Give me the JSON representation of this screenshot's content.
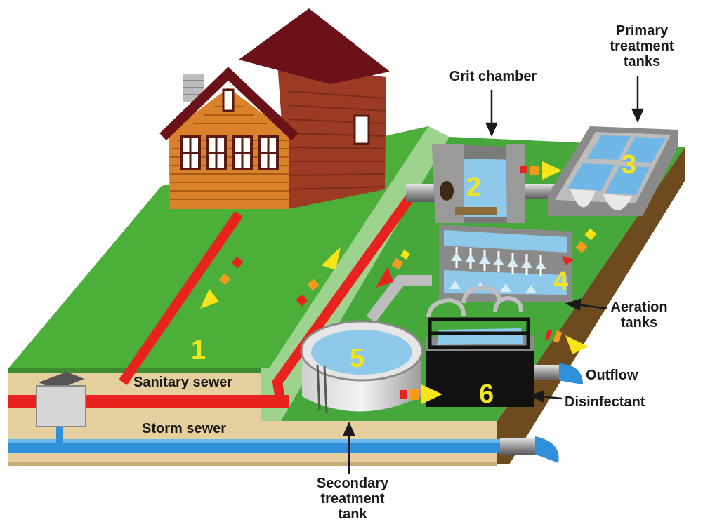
{
  "labels": {
    "grit_chamber": "Grit chamber",
    "primary_tanks": "Primary\ntreatment\ntanks",
    "aeration_tanks": "Aeration\ntanks",
    "outflow": "Outflow",
    "disinfectant": "Disinfectant",
    "secondary_tank": "Secondary\ntreatment\ntank",
    "sanitary_sewer": "Sanitary sewer",
    "storm_sewer": "Storm sewer"
  },
  "steps": [
    "1",
    "2",
    "3",
    "4",
    "5",
    "6"
  ],
  "colors": {
    "grass": "#4caf3a",
    "soil": "#e8cfa0",
    "sanitary_pipe": "#e8231f",
    "storm_pipe": "#2f8fd8",
    "water": "#8ec9ec",
    "house_front": "#d9822b",
    "house_side": "#9b3b24",
    "roof": "#6b1218",
    "label_text": "#1a1a1a",
    "step_number": "#f2e51e"
  }
}
